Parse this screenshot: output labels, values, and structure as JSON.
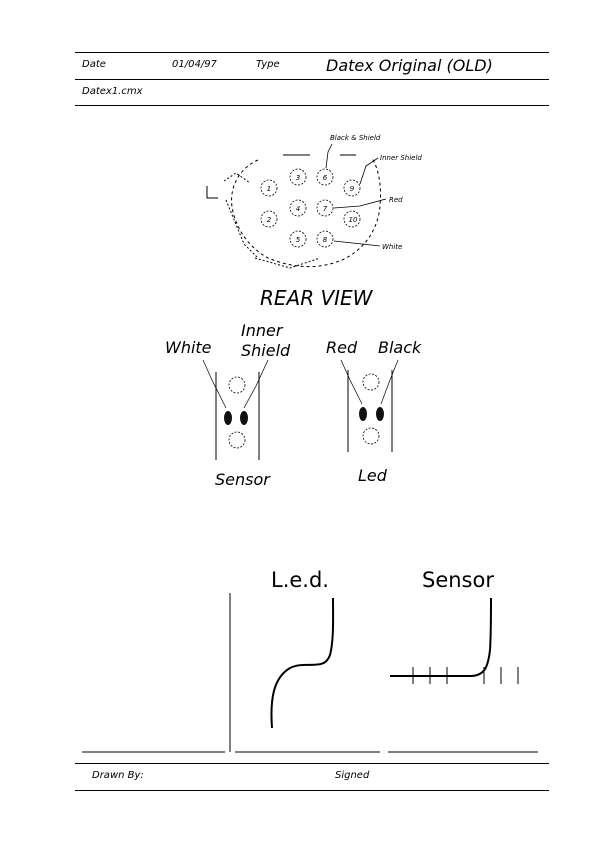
{
  "header": {
    "date_label": "Date",
    "date_value": "01/04/97",
    "type_label": "Type",
    "type_value": "Datex Original (OLD)",
    "file_name": "Datex1.cmx"
  },
  "connector": {
    "pins": [
      "1",
      "2",
      "3",
      "4",
      "5",
      "6",
      "7",
      "8",
      "9",
      "10"
    ],
    "callouts": {
      "black_shield": "Black & Shield",
      "inner_shield": "Inner Shield",
      "red": "Red",
      "white": "White"
    },
    "view_title": "REAR VIEW"
  },
  "sensor_diagram": {
    "white": "White",
    "inner_line1": "Inner",
    "inner_line2": "Shield",
    "caption": "Sensor"
  },
  "led_diagram": {
    "red": "Red",
    "black": "Black",
    "caption": "Led"
  },
  "curves": {
    "led_title": "L.e.d.",
    "sensor_title": "Sensor"
  },
  "footer": {
    "drawn_by_label": "Drawn By:",
    "signed_label": "Signed"
  }
}
